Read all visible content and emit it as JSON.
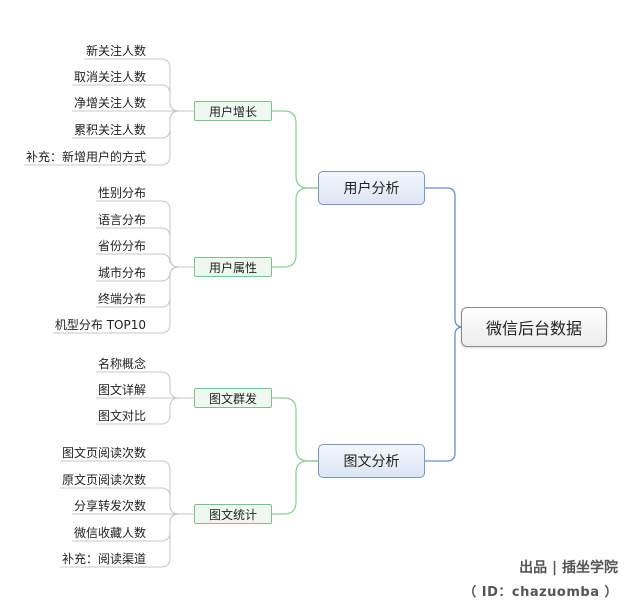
{
  "root": "微信后台数据",
  "branches": [
    {
      "label": "用户分析",
      "groups": [
        {
          "label": "用户增长",
          "items": [
            "新关注人数",
            "取消关注人数",
            "净增关注人数",
            "累积关注人数",
            "补充：新增用户的方式"
          ]
        },
        {
          "label": "用户属性",
          "items": [
            "性别分布",
            "语言分布",
            "省份分布",
            "城市分布",
            "终端分布",
            "机型分布 TOP10"
          ]
        }
      ]
    },
    {
      "label": "图文分析",
      "groups": [
        {
          "label": "图文群发",
          "items": [
            "名称概念",
            "图文详解",
            "图文对比"
          ]
        },
        {
          "label": "图文统计",
          "items": [
            "图文页阅读次数",
            "原文页阅读次数",
            "分享转发次数",
            "微信收藏人数",
            "补充：阅读渠道"
          ]
        }
      ]
    }
  ],
  "credit": {
    "line1": "出品 | 插坐学院",
    "line2": "（ ID：chazuomba ）"
  },
  "colors": {
    "root_border": "#8a8a8a",
    "level1_border": "#7d97bd",
    "level1_link": "#6a8fc4",
    "level2_border": "#7fbf8e",
    "level2_link": "#8fc99b",
    "leaf_link": "#c7c7c7"
  }
}
